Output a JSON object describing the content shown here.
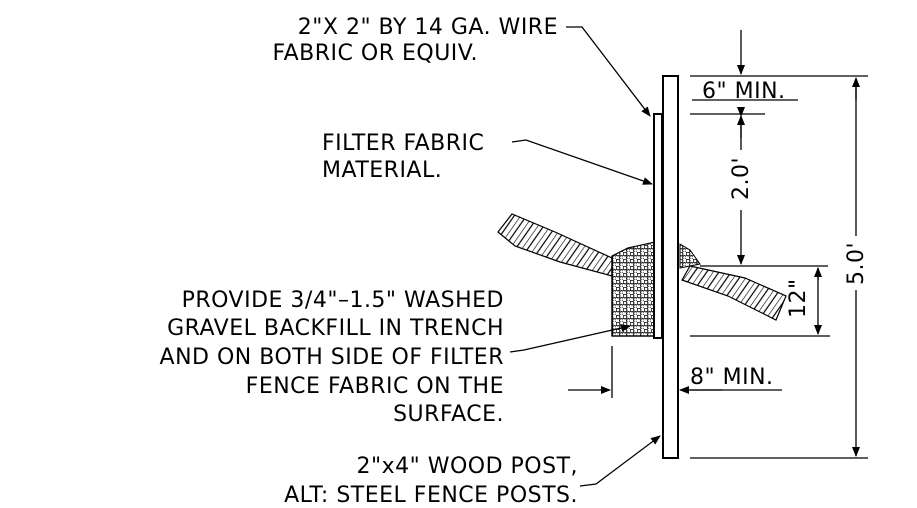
{
  "labels": {
    "wire_fabric_line1": "2\"X 2\" BY 14 GA. WIRE",
    "wire_fabric_line2": "FABRIC OR EQUIV.",
    "filter_fabric_line1": "FILTER FABRIC",
    "filter_fabric_line2": "MATERIAL.",
    "gravel_line1": "PROVIDE 3/4\"–1.5\" WASHED",
    "gravel_line2": "GRAVEL BACKFILL IN TRENCH",
    "gravel_line3": "AND ON BOTH SIDE OF FILTER",
    "gravel_line4": "FENCE FABRIC ON THE",
    "gravel_line5": "SURFACE.",
    "post_line1": "2\"x4\" WOOD POST,",
    "post_line2": "ALT: STEEL FENCE POSTS."
  },
  "dimensions": {
    "top_clearance": "6\" MIN.",
    "fabric_height": "2.0'",
    "total_post": "5.0'",
    "trench_depth": "12\"",
    "trench_width": "8\" MIN."
  },
  "colors": {
    "linework": "#000000",
    "background": "#ffffff"
  }
}
